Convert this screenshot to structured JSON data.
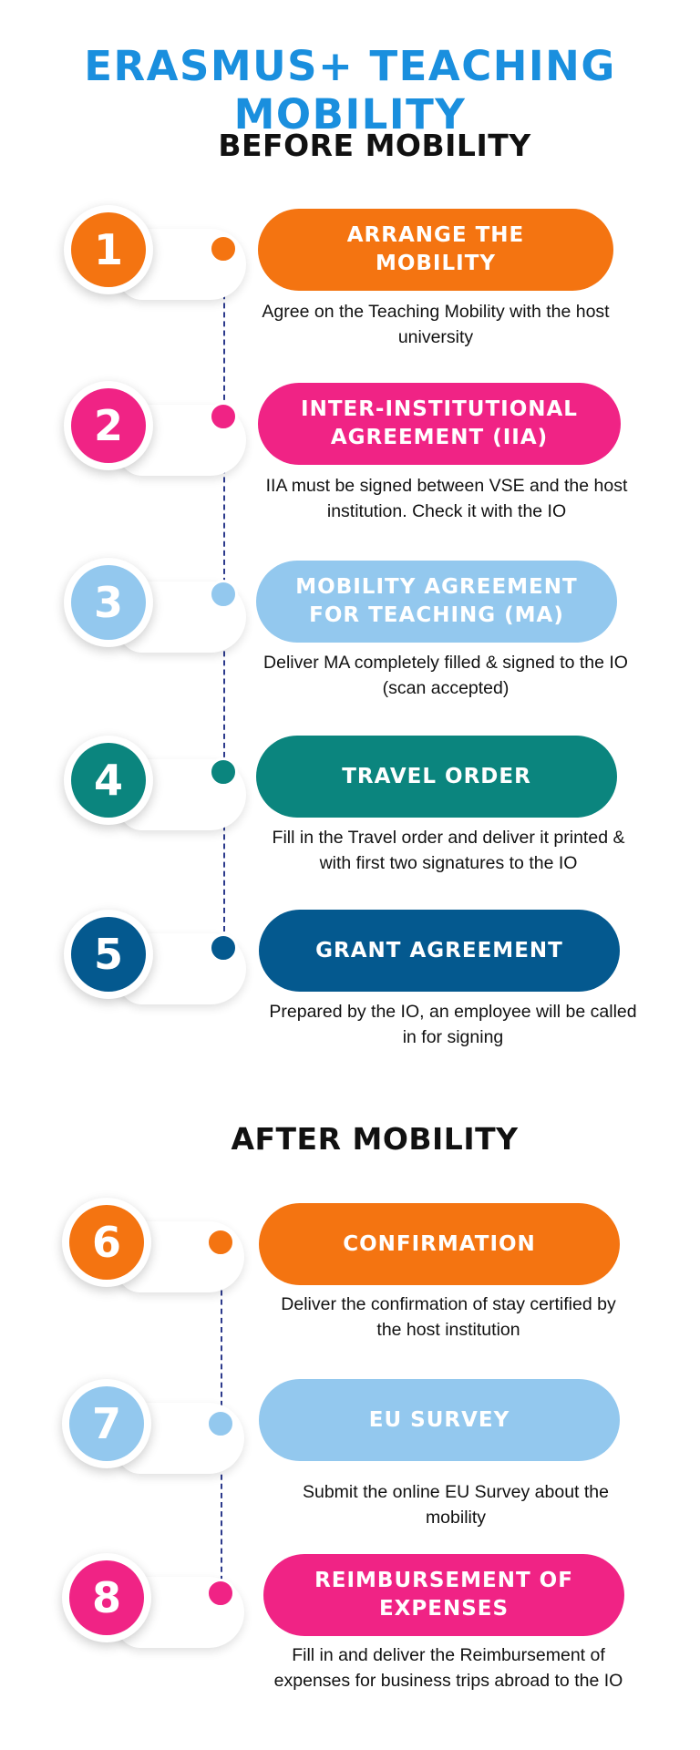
{
  "title": "ERASMUS+ TEACHING MOBILITY",
  "sections": {
    "before": "BEFORE MOBILITY",
    "after": "AFTER MOBILITY"
  },
  "colors": {
    "title_blue": "#1a8fde",
    "orange": "#f47411",
    "pink": "#f02385",
    "light_blue": "#93c8ee",
    "teal": "#0b857e",
    "navy": "#04598f",
    "dashed_line": "#2c3a8c"
  },
  "steps": [
    {
      "number": "1",
      "title": "ARRANGE THE MOBILITY",
      "desc": "Agree on the Teaching Mobility with the host university",
      "color": "orange"
    },
    {
      "number": "2",
      "title": "INTER-INSTITUTIONAL AGREEMENT (IIA)",
      "desc": "IIA must be signed between VSE and the host institution. Check it with the IO",
      "color": "pink"
    },
    {
      "number": "3",
      "title": "MOBILITY AGREEMENT FOR TEACHING (MA)",
      "desc": "Deliver MA completely filled & signed to the IO (scan accepted)",
      "color": "light_blue"
    },
    {
      "number": "4",
      "title": "TRAVEL ORDER",
      "desc": "Fill in the Travel order and deliver it printed & with first two signatures to the IO",
      "color": "teal"
    },
    {
      "number": "5",
      "title": "GRANT AGREEMENT",
      "desc": "Prepared by the IO, an employee will be called in for signing",
      "color": "navy"
    },
    {
      "number": "6",
      "title": "CONFIRMATION",
      "desc": "Deliver the confirmation of stay certified by the host institution",
      "color": "orange"
    },
    {
      "number": "7",
      "title": "EU SURVEY",
      "desc": "Submit the online EU Survey about the mobility",
      "color": "light_blue"
    },
    {
      "number": "8",
      "title": "REIMBURSEMENT OF EXPENSES",
      "desc": "Fill in and deliver the Reimbursement of expenses for business trips abroad to the IO",
      "color": "pink"
    }
  ]
}
